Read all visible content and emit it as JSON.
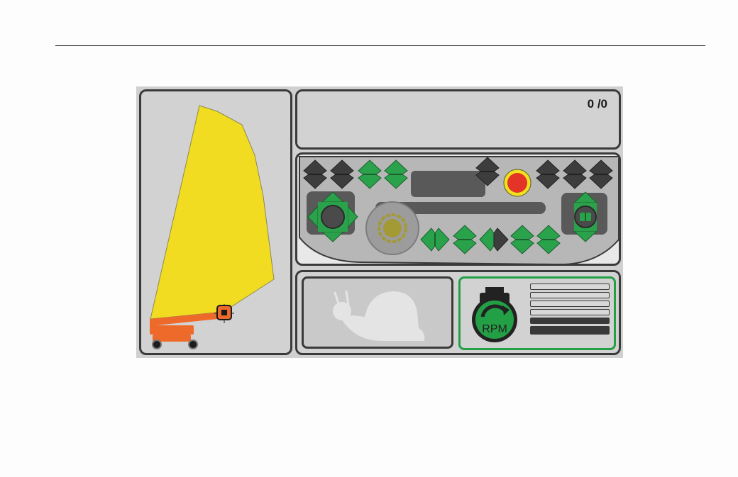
{
  "counter": "0 /0",
  "engine": {
    "label": "RPM",
    "levels": 6,
    "level_fraction": 0.33
  },
  "colors": {
    "envelope": "#f2dc22",
    "machine": "#ee6a2a",
    "arrow_active": "#2aa14b",
    "arrow_inactive": "#3d3d3d",
    "stop": "#e43428",
    "stop_ring": "#f0e11e",
    "rpm_green": "#23a046"
  },
  "icons": [
    "boom-lift-icon",
    "snail-icon",
    "rpm-icon",
    "emergency-stop-icon",
    "joystick-icon",
    "dial-icon"
  ]
}
